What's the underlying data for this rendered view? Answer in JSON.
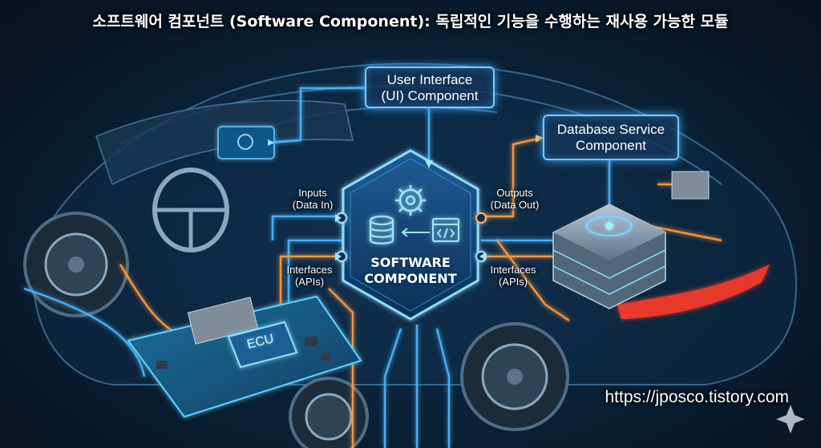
{
  "title": "소프트웨어 컴포넌트 (Software Component): 독립적인 기능을 수행하는 재사용 가능한 모듈",
  "nodes": {
    "ui_component": {
      "line1": "User Interface",
      "line2": "(UI) Component"
    },
    "database_component": {
      "line1": "Database Service",
      "line2": "Component"
    },
    "software_component": {
      "line1": "SOFTWARE",
      "line2": "COMPONENT"
    },
    "ecu": {
      "label": "ECU"
    }
  },
  "ports": {
    "inputs": {
      "line1": "Inputs",
      "line2": "(Data In)"
    },
    "outputs": {
      "line1": "Outputs",
      "line2": "(Data Out)"
    },
    "interfaces_left": {
      "line1": "Interfaces",
      "line2": "(APIs)"
    },
    "interfaces_right": {
      "line1": "Interfaces",
      "line2": "(APIs)"
    }
  },
  "watermark": "https://jposco.tistory.com",
  "icons": [
    "gear-icon",
    "database-icon",
    "code-window-icon",
    "sparkle-icon"
  ],
  "colors": {
    "background": "#0b2238",
    "glow_blue": "#3aa7ff",
    "glow_orange": "#ff9a3c",
    "box_border": "#7cc8ff"
  }
}
